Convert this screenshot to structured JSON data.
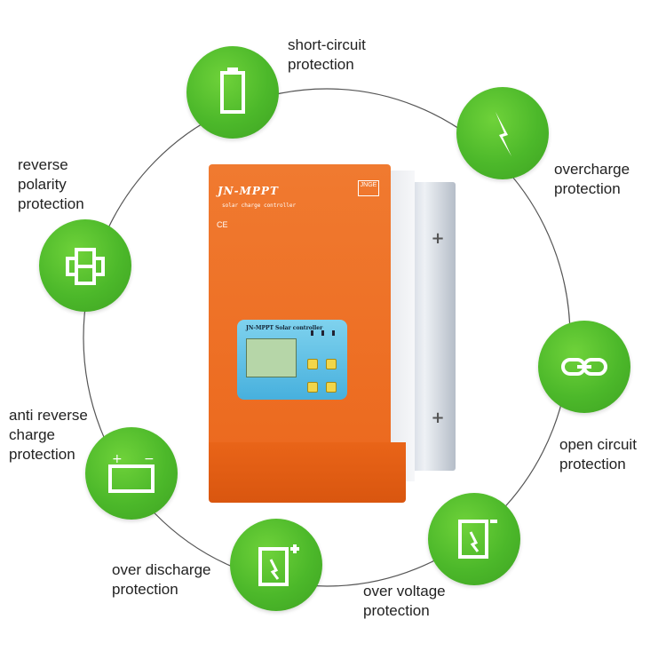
{
  "colors": {
    "icon_green": "#4cb82a",
    "device_orange": "#ec6a1f",
    "panel_blue": "#47b0dd",
    "ring": "#555555"
  },
  "features": [
    {
      "id": "short-circuit",
      "icon": "battery-icon",
      "lines": [
        "short-circuit",
        "protection"
      ]
    },
    {
      "id": "overcharge",
      "icon": "lightning-bolt-icon",
      "lines": [
        "overcharge",
        "protection"
      ]
    },
    {
      "id": "reverse-polarity",
      "icon": "cross-grid-icon",
      "lines": [
        "reverse",
        "polarity",
        "protection"
      ]
    },
    {
      "id": "open-circuit",
      "icon": "link-icon",
      "lines": [
        "open circuit",
        "protection"
      ]
    },
    {
      "id": "anti-reverse-charge",
      "icon": "battery-terminals-icon",
      "lines": [
        "anti reverse",
        "charge",
        "protection"
      ]
    },
    {
      "id": "over-discharge",
      "icon": "battery-plus-icon",
      "lines": [
        "over discharge",
        "protection"
      ]
    },
    {
      "id": "over-voltage",
      "icon": "battery-bolt-icon",
      "lines": [
        "over voltage",
        "protection"
      ]
    }
  ],
  "device": {
    "brand": "JN-MPPT",
    "subtitle": "solar charge controller",
    "ce_mark": "CE",
    "logo": "JNGE",
    "panel_title": "JN-MPPT Solar controller"
  }
}
